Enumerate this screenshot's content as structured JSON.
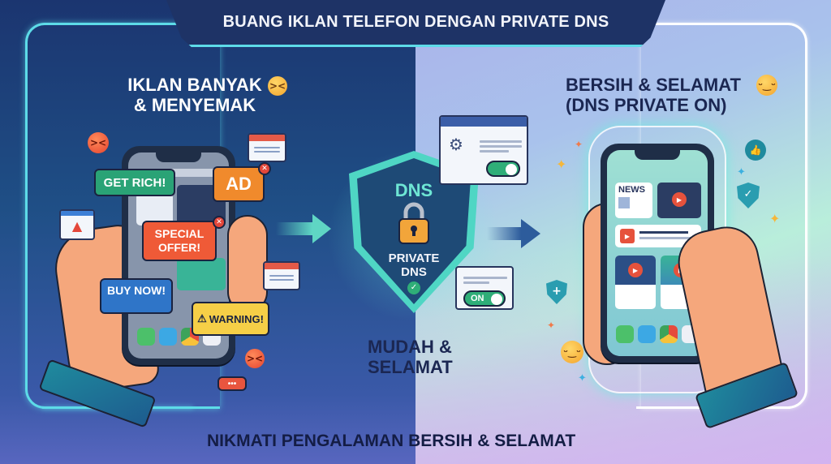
{
  "title": "BUANG IKLAN TELEFON DENGAN PRIVATE DNS",
  "left_panel": {
    "heading_line1": "IKLAN BANYAK",
    "heading_line2": "& MENYEMAK",
    "heading_emoji": "😣",
    "ads": [
      {
        "label": "GET RICH!",
        "color": "#2aa376"
      },
      {
        "label": "AD",
        "color": "#f08a2c"
      },
      {
        "label": "SPECIAL OFFER!",
        "label_line1": "SPECIAL",
        "label_line2": "OFFER!",
        "color": "#ef5a37"
      },
      {
        "label": "BUY NOW!",
        "color": "#2f75c8"
      },
      {
        "label": "WARNING!",
        "color": "#f6cf47",
        "icon": "warning-icon"
      }
    ],
    "typing_bubble": "•••"
  },
  "center_panel": {
    "shield_top": "DNS",
    "shield_line1": "PRIVATE",
    "shield_line2": "DNS",
    "toggle_label": "ON",
    "caption_line1": "MUDAH &",
    "caption_line2": "SELAMAT"
  },
  "right_panel": {
    "heading_line1": "BERSIH & SELAMAT",
    "heading_line2": "(DNS PRIVATE ON)",
    "heading_emoji": "😊",
    "news_label": "NEWS"
  },
  "footer": "NIKMATI PENGALAMAN BERSIH & SELAMAT",
  "colors": {
    "title_bg": "#1e3366",
    "accent_cyan": "#5ddbe8",
    "dark_text": "#1b2752",
    "toggle_green": "#2fae78"
  }
}
